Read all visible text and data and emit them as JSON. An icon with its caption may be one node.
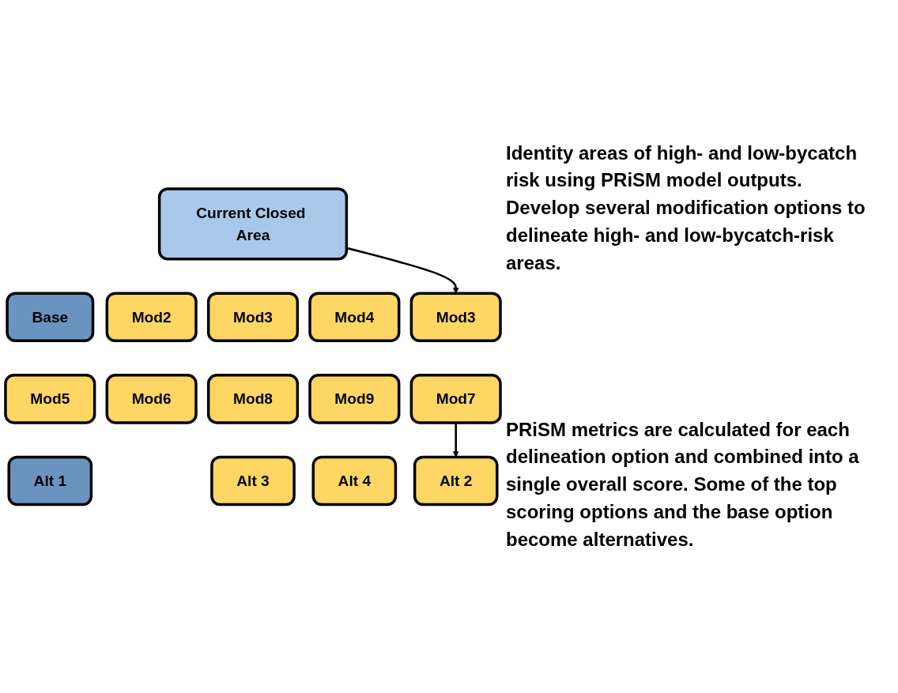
{
  "diagram": {
    "nodes": [
      {
        "text": [
          "Current Closed Area"
        ]
      },
      {
        "text": [
          "Base"
        ]
      },
      {
        "text": [
          "Mod2"
        ]
      },
      {
        "text": [
          "Mod3"
        ]
      },
      {
        "text": [
          "Mod3"
        ]
      },
      {
        "text": [
          "Mod4"
        ]
      },
      {
        "text": [
          "Mod5"
        ]
      },
      {
        "text": [
          "Mod6"
        ]
      },
      {
        "text": [
          "Mod7"
        ]
      },
      {
        "text": [
          "Mod8"
        ]
      },
      {
        "text": [
          "Mod9"
        ]
      },
      {
        "text": [
          "Alt 1"
        ]
      },
      {
        "text": [
          "Alt 2"
        ]
      },
      {
        "text": [
          "Alt 3"
        ]
      },
      {
        "text": [
          "Alt 4"
        ]
      }
    ],
    "edges": [
      {
        "from": 0,
        "to": 3,
        "arrow": "to"
      },
      {
        "from": 8,
        "to": 12,
        "arrow": "to"
      }
    ],
    "labels": [
      "Identity areas of high- and low-bycatch risk using PRiSM model outputs. Develop several modification options to delineate high- and low-bycatch-risk areas.",
      "PRiSM metrics are calculated for each delineation option and combined into a single overall score. Some of the top scoring options and the base option become alternatives."
    ]
  }
}
